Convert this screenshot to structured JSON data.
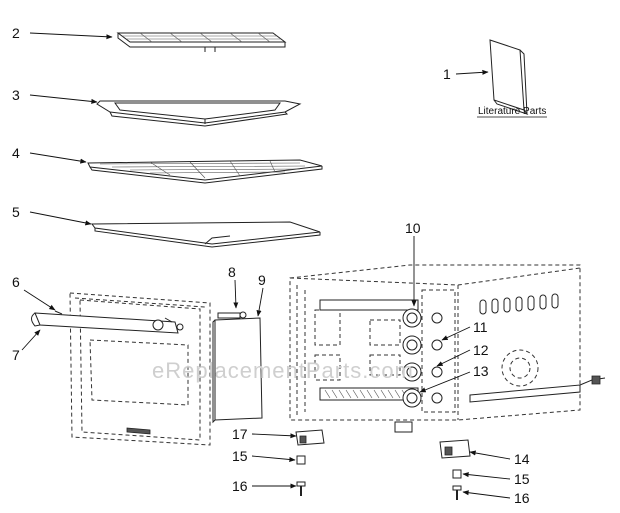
{
  "watermark": "eReplacementParts.com",
  "literature_label": "Literature Parts",
  "callouts": {
    "c1": "1",
    "c2": "2",
    "c3": "3",
    "c4": "4",
    "c5": "5",
    "c6": "6",
    "c7": "7",
    "c8": "8",
    "c9": "9",
    "c10": "10",
    "c11": "11",
    "c12": "12",
    "c13": "13",
    "c14": "14",
    "c15a": "15",
    "c15b": "15",
    "c16a": "16",
    "c16b": "16",
    "c17": "17"
  }
}
